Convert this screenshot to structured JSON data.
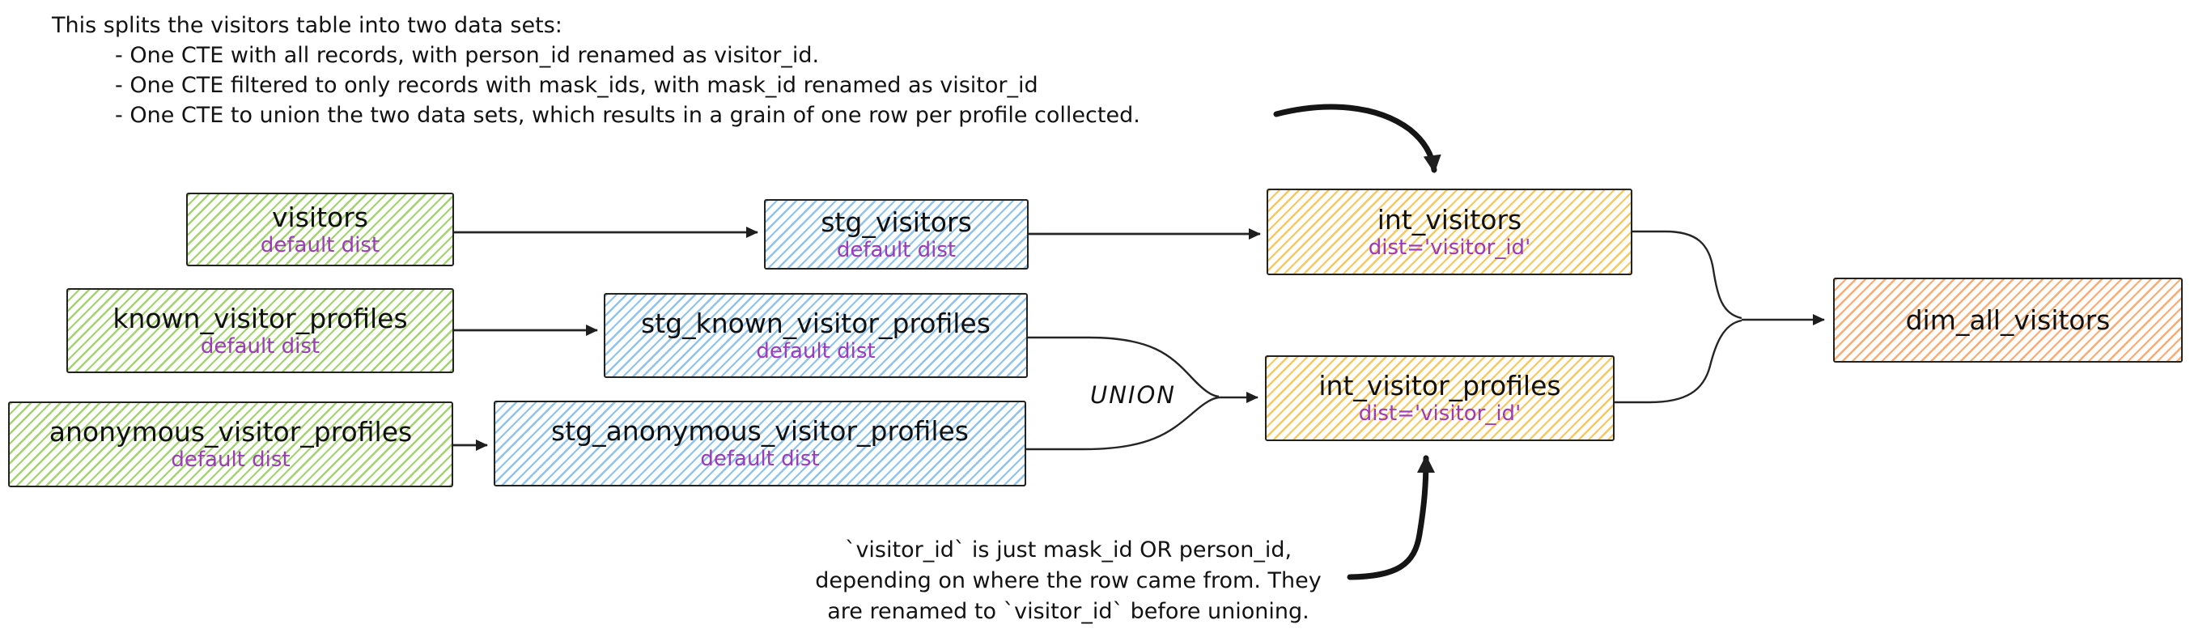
{
  "colors": {
    "green": "#a3d36e",
    "blue": "#8fc3ee",
    "yellow": "#f7c85e",
    "orange": "#fbab72",
    "purple": "#9c3ab8",
    "stroke": "#1e1e1e"
  },
  "annotations": {
    "top": {
      "intro": "This splits the visitors table into two data sets:",
      "bullets": [
        "- One CTE with all records, with person_id renamed as visitor_id.",
        "- One CTE filtered to only records with mask_ids, with mask_id renamed as visitor_id",
        "- One CTE to union the two data sets, which results in a grain of one row per profile collected."
      ]
    },
    "bottom": {
      "lines": [
        "`visitor_id` is just mask_id OR person_id,",
        "depending on where the row came from. They",
        "are renamed to `visitor_id` before unioning."
      ]
    }
  },
  "labels": {
    "union": "UNION"
  },
  "nodes": [
    {
      "id": "visitors",
      "title": "visitors",
      "subtitle": "default dist",
      "fill": "green"
    },
    {
      "id": "stg_visitors",
      "title": "stg_visitors",
      "subtitle": "default dist",
      "fill": "blue"
    },
    {
      "id": "int_visitors",
      "title": "int_visitors",
      "subtitle": "dist='visitor_id'",
      "fill": "yellow"
    },
    {
      "id": "known_visitor_profiles",
      "title": "known_visitor_profiles",
      "subtitle": "default dist",
      "fill": "green"
    },
    {
      "id": "stg_known_visitor_profiles",
      "title": "stg_known_visitor_profiles",
      "subtitle": "default dist",
      "fill": "blue"
    },
    {
      "id": "anonymous_visitor_profiles",
      "title": "anonymous_visitor_profiles",
      "subtitle": "default dist",
      "fill": "green"
    },
    {
      "id": "stg_anonymous_visitor_profiles",
      "title": "stg_anonymous_visitor_profiles",
      "subtitle": "default dist",
      "fill": "blue"
    },
    {
      "id": "int_visitor_profiles",
      "title": "int_visitor_profiles",
      "subtitle": "dist='visitor_id'",
      "fill": "yellow"
    },
    {
      "id": "dim_all_visitors",
      "title": "dim_all_visitors",
      "subtitle": "",
      "fill": "orange"
    }
  ],
  "edges": [
    {
      "from": "visitors",
      "to": "stg_visitors"
    },
    {
      "from": "stg_visitors",
      "to": "int_visitors"
    },
    {
      "from": "known_visitor_profiles",
      "to": "stg_known_visitor_profiles"
    },
    {
      "from": "anonymous_visitor_profiles",
      "to": "stg_anonymous_visitor_profiles"
    },
    {
      "from": "stg_known_visitor_profiles",
      "to": "int_visitor_profiles",
      "label": "UNION"
    },
    {
      "from": "stg_anonymous_visitor_profiles",
      "to": "int_visitor_profiles",
      "label": "UNION"
    },
    {
      "from": "int_visitors",
      "to": "dim_all_visitors"
    },
    {
      "from": "int_visitor_profiles",
      "to": "dim_all_visitors"
    }
  ]
}
